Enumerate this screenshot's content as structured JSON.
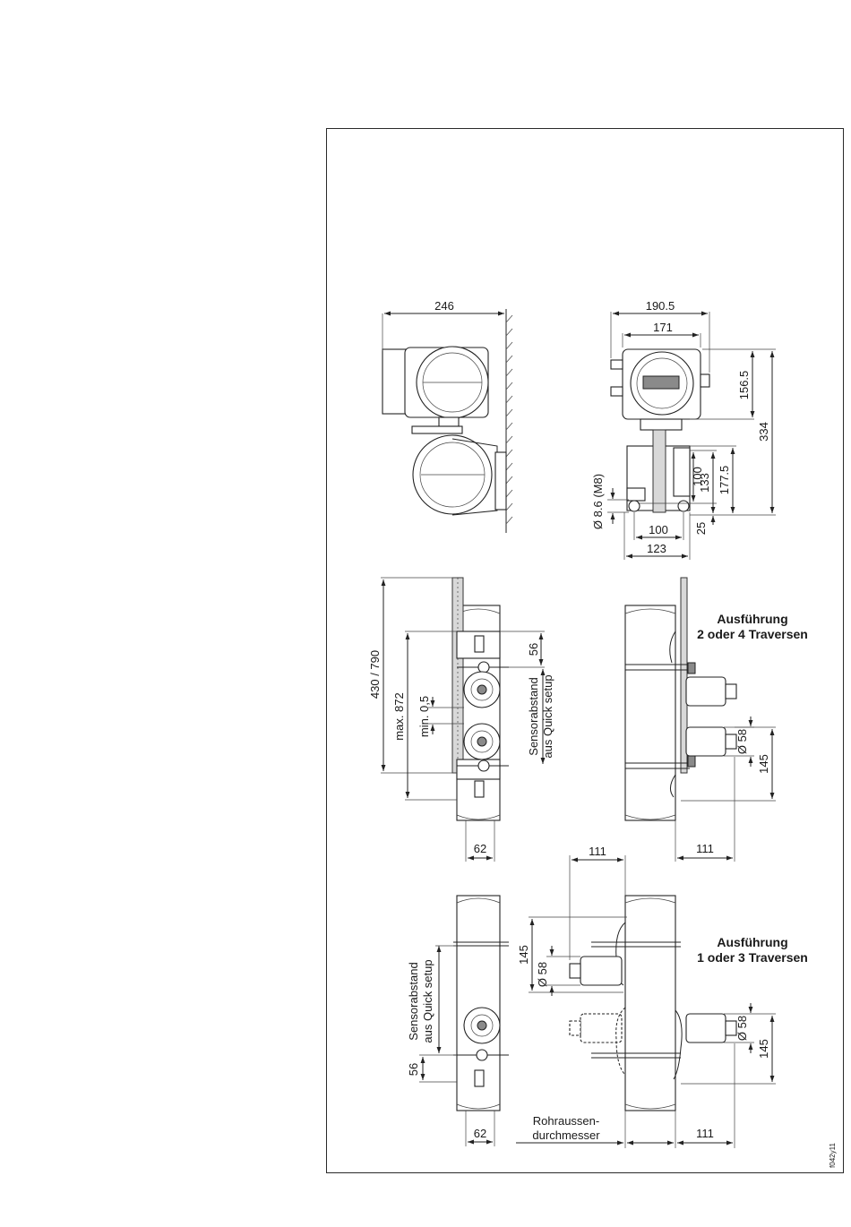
{
  "dimensions": {
    "d246": "246",
    "d190_5": "190.5",
    "d171": "171",
    "d156_5": "156.5",
    "d334": "334",
    "d100a": "100",
    "d133": "133",
    "d177_5": "177.5",
    "d8_6": "Ø 8.6 (M8)",
    "d100b": "100",
    "d25": "25",
    "d123": "123",
    "d430_790": "430 / 790",
    "dmax872": "max. 872",
    "dmin05": "min. 0,5",
    "d56a": "56",
    "d62a": "62",
    "d58a": "Ø 58",
    "d145a": "145",
    "d111a": "111",
    "d111b": "111",
    "d145b": "145",
    "d58b": "Ø 58",
    "d58c": "Ø 58",
    "d145c": "145",
    "d56b": "56",
    "d62b": "62",
    "d111c": "111"
  },
  "labels": {
    "sensor_line1": "Sensorabstand",
    "sensor_line2": "aus Quick setup",
    "variant_a_line1": "Ausführung",
    "variant_a_line2": "2 oder 4 Traversen",
    "variant_b_line1": "Ausführung",
    "variant_b_line2": "1 oder 3 Traversen",
    "pipe_line1": "Rohraussen-",
    "pipe_line2": "durchmesser",
    "figure_code": "f042y11"
  }
}
